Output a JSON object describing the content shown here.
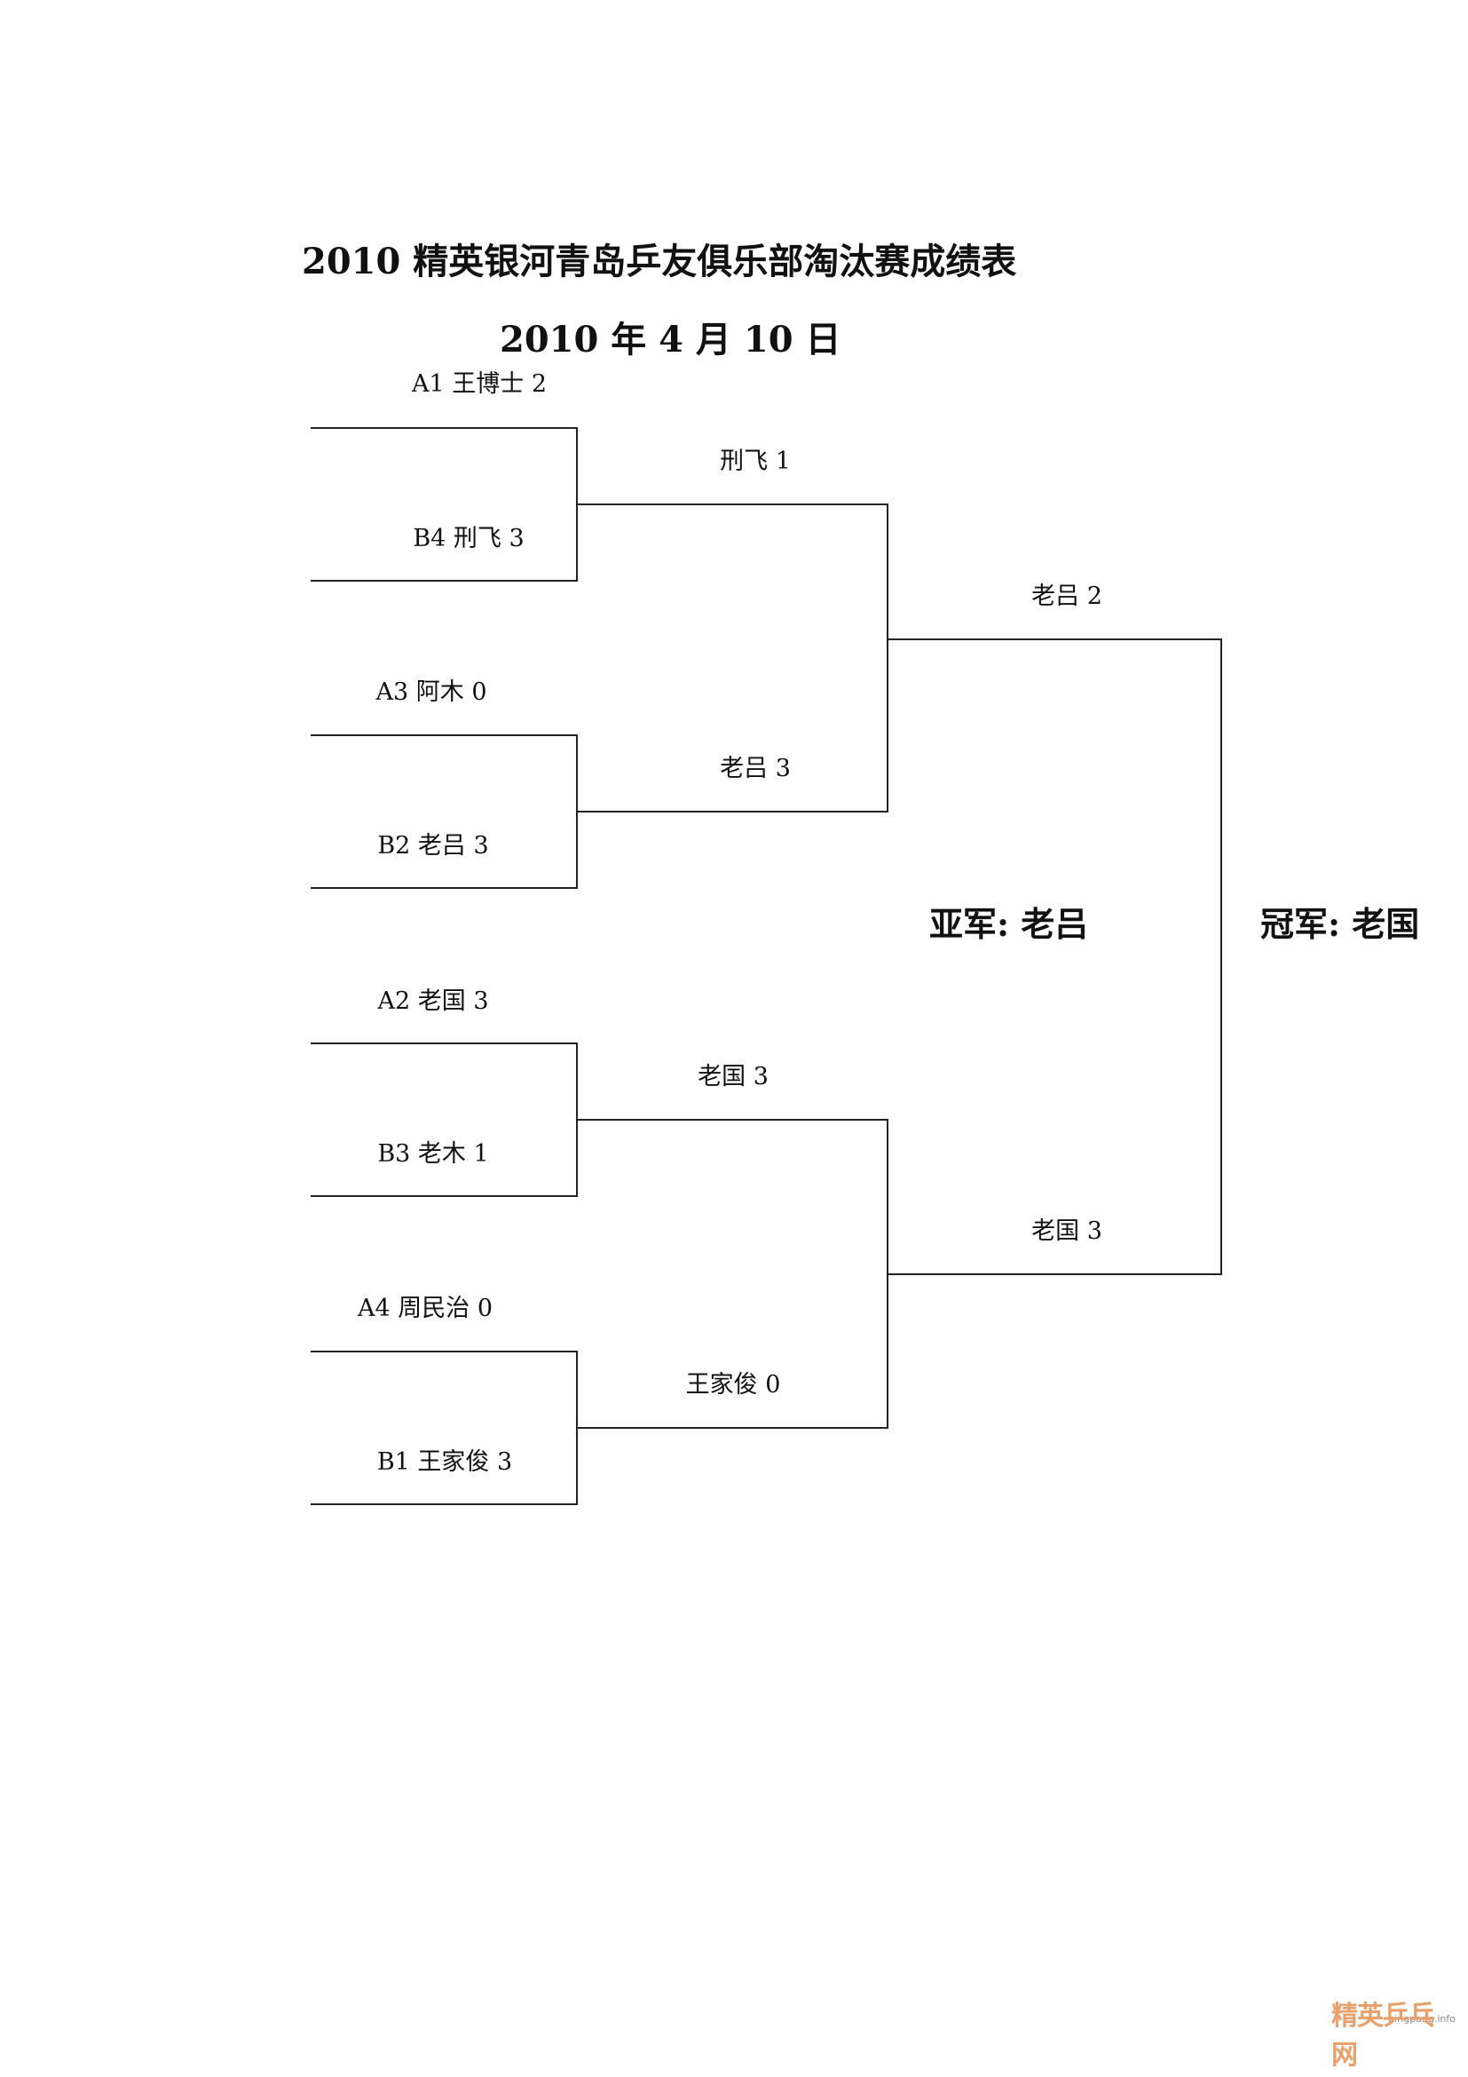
{
  "document": {
    "title": "2010 精英银河青岛乒友俱乐部淘汰赛成绩表",
    "date": "2010 年 4 月 10 日"
  },
  "round1": [
    {
      "top": "A1 王博士  2",
      "bottom": "B4  刑飞  3"
    },
    {
      "top": "A3  阿木 0",
      "bottom": "B2  老吕  3"
    },
    {
      "top": "A2  老国  3",
      "bottom": "B3  老木  1"
    },
    {
      "top": "A4  周民治  0",
      "bottom": "B1  王家俊  3"
    }
  ],
  "round2": [
    {
      "top": "刑飞  1",
      "bottom": "老吕  3"
    },
    {
      "top": "老国  3",
      "bottom": "王家俊  0"
    }
  ],
  "final": {
    "top": "老吕  2",
    "bottom": "老国  3"
  },
  "results": {
    "runner_up": "亚军:  老吕",
    "champion": "冠军:  老国"
  },
  "watermark": {
    "url": "pingpang.info",
    "logo": "精英乒乓网"
  }
}
